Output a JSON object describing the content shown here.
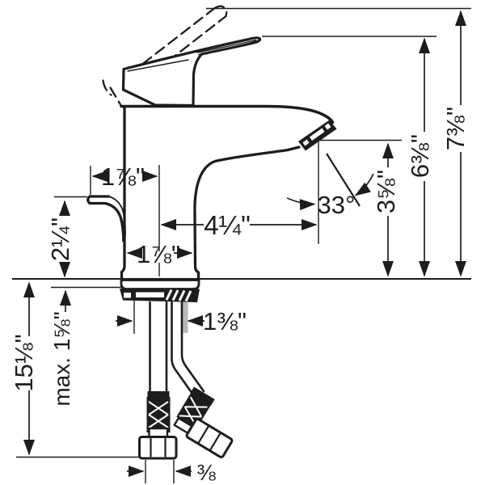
{
  "drawing": {
    "type": "faucet installation dimension drawing",
    "background_color": "#ffffff",
    "line_color": "#1d1d1b",
    "shadow_color": "#b9b9b9",
    "dimensions": {
      "handle_projection": "1⅞\"",
      "handle_height_above_deck": "2¼\"",
      "spout_reach": "4¼\"",
      "base_width": "1⅞\"",
      "spray_angle": "33°",
      "aerator_height": "3⅝\"",
      "lever_tip_height": "6⅜\"",
      "overall_height": "7⅜\"",
      "hose_length_below_deck": "15⅛\"",
      "max_deck_thickness": "max. 1⅝\"",
      "shank_clearance": "1⅜\"",
      "supply_thread": "⅜"
    }
  }
}
